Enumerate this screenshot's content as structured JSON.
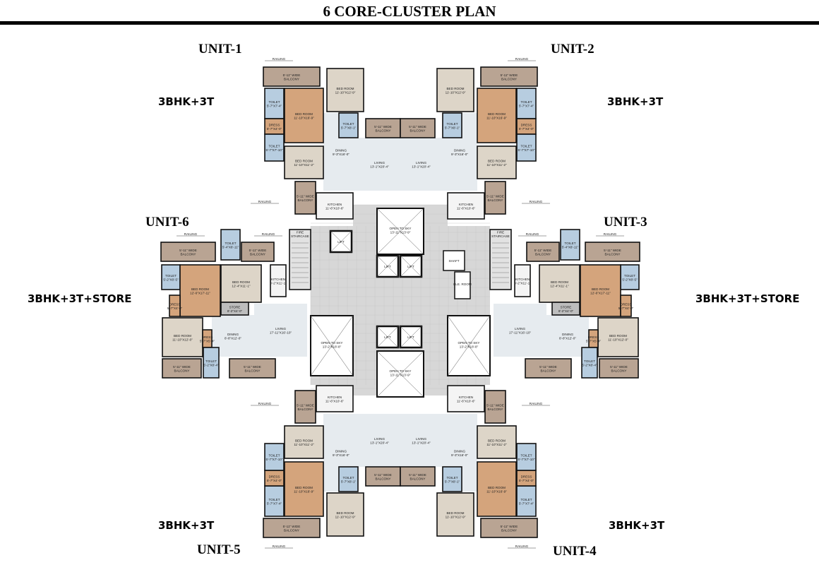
{
  "title": "6 CORE-CLUSTER PLAN",
  "units": [
    {
      "name": "UNIT-1",
      "type": "3BHK+3T"
    },
    {
      "name": "UNIT-2",
      "type": "3BHK+3T"
    },
    {
      "name": "UNIT-3",
      "type": "3BHK+3T+STORE"
    },
    {
      "name": "UNIT-4",
      "type": "3BHK+3T"
    },
    {
      "name": "UNIT-5",
      "type": "3BHK+3T"
    },
    {
      "name": "UNIT-6",
      "type": "3BHK+3T+STORE"
    }
  ],
  "layouts": {
    "3bhk_3t": [
      {
        "label": "5'-11\" WIDE",
        "dims": "BALCONY",
        "kind": "balcony"
      },
      {
        "label": "BED ROOM",
        "dims": "11'-10\"X12'-9\"",
        "kind": "bedroom"
      },
      {
        "label": "BED ROOM",
        "dims": "11'-10\"X16'-9\"",
        "kind": "master"
      },
      {
        "label": "TOILET",
        "dims": "5'-7\"X7'-4\"",
        "kind": "toilet"
      },
      {
        "label": "DRESS",
        "dims": "5'-7\"X4'-0\"",
        "kind": "dress"
      },
      {
        "label": "TOILET",
        "dims": "5'-7\"X7'-10\"",
        "kind": "toilet"
      },
      {
        "label": "BED ROOM",
        "dims": "11'-10\"X11'-2\"",
        "kind": "bedroom"
      },
      {
        "label": "TOILET",
        "dims": "5'-7\"X8'-1\"",
        "kind": "toilet"
      },
      {
        "label": "5'-11\" WIDE",
        "dims": "BALCONY",
        "kind": "balcony"
      },
      {
        "label": "DINING",
        "dims": "9'-3\"X16'-0\"",
        "kind": "dining"
      },
      {
        "label": "LIVING",
        "dims": "13'-1\"X20'-4\"",
        "kind": "living"
      },
      {
        "label": "5'-11\" WIDE",
        "dims": "BALCONY",
        "kind": "balcony"
      },
      {
        "label": "KITCHEN",
        "dims": "11'-6\"X10'-6\"",
        "kind": "kitchen"
      },
      {
        "label": "RAILING",
        "dims": "",
        "kind": "railing"
      },
      {
        "label": "RAILING",
        "dims": "",
        "kind": "railing"
      }
    ],
    "3bhk_3t_store": [
      {
        "label": "5'-11\" WIDE",
        "dims": "BALCONY",
        "kind": "balcony"
      },
      {
        "label": "TOILET",
        "dims": "5'-4\"X8'-11\"",
        "kind": "toilet"
      },
      {
        "label": "5'-11\" WIDE",
        "dims": "BALCONY",
        "kind": "balcony"
      },
      {
        "label": "TOILET",
        "dims": "5'-2\"X8'-5\"",
        "kind": "toilet"
      },
      {
        "label": "BED ROOM",
        "dims": "12'-6\"X17'-11\"",
        "kind": "master"
      },
      {
        "label": "DRESS",
        "dims": "5'-7\"X4'-0\"",
        "kind": "dress"
      },
      {
        "label": "BED ROOM",
        "dims": "12'-4\"X11'-1\"",
        "kind": "bedroom"
      },
      {
        "label": "KITCHEN",
        "dims": "8'-2\"X11'-1\"",
        "kind": "kitchen"
      },
      {
        "label": "STORE",
        "dims": "8'-2\"X4'-0\"",
        "kind": "store"
      },
      {
        "label": "DINING",
        "dims": "8'-8\"X12'-0\"",
        "kind": "dining"
      },
      {
        "label": "LIVING",
        "dims": "17'-11\"X16'-10\"",
        "kind": "living"
      },
      {
        "label": "BED ROOM",
        "dims": "11'-10\"X12'-0\"",
        "kind": "bedroom"
      },
      {
        "label": "DRESS",
        "dims": "5'-7\"X5'-4\"",
        "kind": "dress"
      },
      {
        "label": "TOILET",
        "dims": "5'-2\"X8'-4\"",
        "kind": "toilet"
      },
      {
        "label": "5'-11\" WIDE",
        "dims": "BALCONY",
        "kind": "balcony"
      },
      {
        "label": "5'-11\" WIDE",
        "dims": "BALCONY",
        "kind": "balcony"
      },
      {
        "label": "FIRE",
        "dims": "STAIRCASE",
        "kind": "stair"
      },
      {
        "label": "RAILING",
        "dims": "",
        "kind": "railing"
      },
      {
        "label": "RAILING",
        "dims": "",
        "kind": "railing"
      }
    ]
  },
  "core": {
    "open_to_sky_label": "OPEN TO SKY",
    "open_to_sky_top_dims": "13'-11\"X13'-9\"",
    "open_to_sky_side_dims": "13'-2\"X18'-8\"",
    "open_to_sky_bottom_dims": "13'-11\"X13'-9\"",
    "lift_label": "LIFT",
    "shaft_label": "SHAFT",
    "ele_room_label": "ELE. ROOM"
  },
  "colors": {
    "balcony": "#b9a493",
    "bedroom": "#ddd5c8",
    "master": "#d4a47c",
    "toilet": "#b7cde0",
    "dress": "#d4a47c",
    "floor": "#e6ebef",
    "kitchen": "#f4f4f4",
    "store": "#bdbdbd",
    "core": "#d7d7d7",
    "wall": "#111111"
  }
}
